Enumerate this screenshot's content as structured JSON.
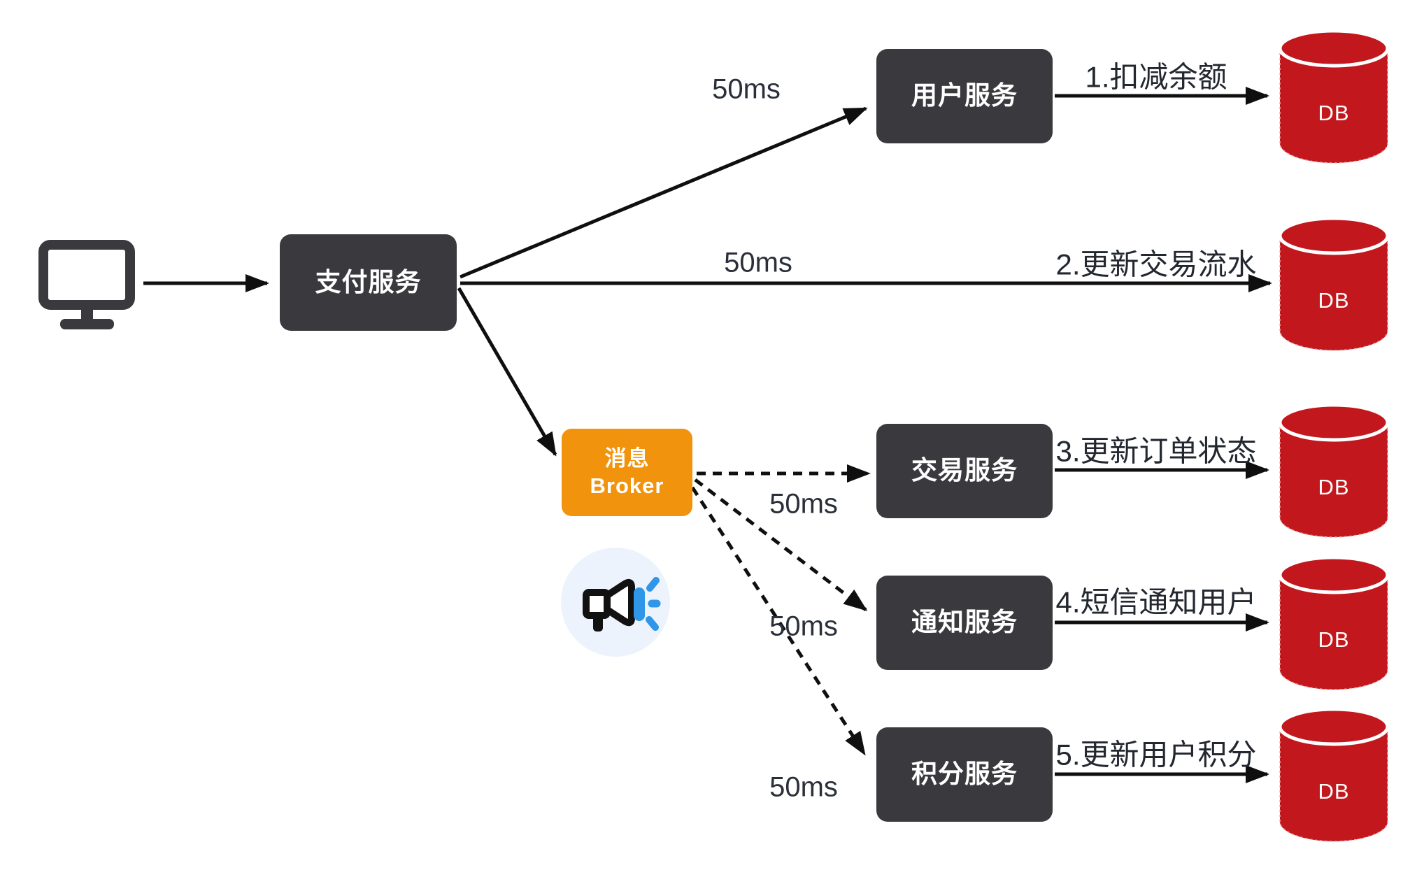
{
  "diagram_title": "payment-service-async-broker-flow",
  "colors": {
    "service_box": "#3A3A3E",
    "broker_box": "#F2930D",
    "database_red": "#C2181D",
    "wave_blue": "#2F96E8",
    "icon_circle_bg": "#EDF3FC",
    "line": "#0F0F0F",
    "label_text": "#2A2F3A"
  },
  "nodes": {
    "client": {
      "icon": "monitor-icon"
    },
    "payment_service": {
      "label": "支付服务"
    },
    "message_broker": {
      "label_line1": "消息",
      "label_line2": "Broker",
      "icon": "megaphone-icon"
    },
    "services": [
      {
        "label": "用户服务"
      },
      {
        "label": "交易服务"
      },
      {
        "label": "通知服务"
      },
      {
        "label": "积分服务"
      }
    ],
    "databases": [
      {
        "label": "DB"
      },
      {
        "label": "DB"
      },
      {
        "label": "DB"
      },
      {
        "label": "DB"
      },
      {
        "label": "DB"
      }
    ]
  },
  "edges": {
    "latency_labels": [
      "50ms",
      "50ms",
      "50ms",
      "50ms",
      "50ms"
    ],
    "step_labels": [
      "1.扣减余额",
      "2.更新交易流水",
      "3.更新订单状态",
      "4.短信通知用户",
      "5.更新用户积分"
    ],
    "dashed_edges_note": "broker-to-service edges are dashed (async)"
  }
}
